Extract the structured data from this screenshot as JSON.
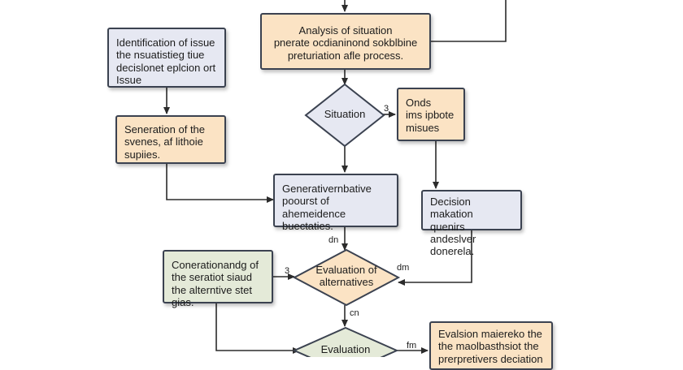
{
  "colors": {
    "gray_fill": "#e6e8f2",
    "orange_fill": "#fbe3c4",
    "green_fill": "#e4ead8",
    "line": "#2b2b2b"
  },
  "nodes": {
    "analysis": {
      "title": "Analysis of situation",
      "body": "pnerate ocdianinond sokblbine preturiation afle process."
    },
    "identification": {
      "title": "Identification of issue",
      "body": "the nsuatistieg tiue decislonet eplcion ort Issue"
    },
    "senerationTop": {
      "title": "Seneration of the",
      "body": "svenes, af lithoie supiies."
    },
    "situation": {
      "label": "Situation"
    },
    "onds": {
      "title": "Onds",
      "body": "ims ipbote misues"
    },
    "generative": {
      "title": "Generativernbative",
      "body": "poourst of ahemeidence buectaties."
    },
    "decision": {
      "title": "Decision makation",
      "body": "quenirs andeslver donerela."
    },
    "coneration": {
      "title": "Conerationandg of",
      "body": "the seratiot siaud the alterntive stet gias."
    },
    "evalAlt": {
      "label": "Evaluation of alternatives"
    },
    "evaluation": {
      "label": "Evaluation"
    },
    "evalBox": {
      "text": "Evalsion maiereko the the maolbasthsiot the prerpretivers deciation"
    }
  },
  "tags": {
    "t3a": "3",
    "t_dn": "dn",
    "t3b": "3",
    "t_dm": "dm",
    "t_cn": "cn",
    "t_fm": "fm"
  }
}
